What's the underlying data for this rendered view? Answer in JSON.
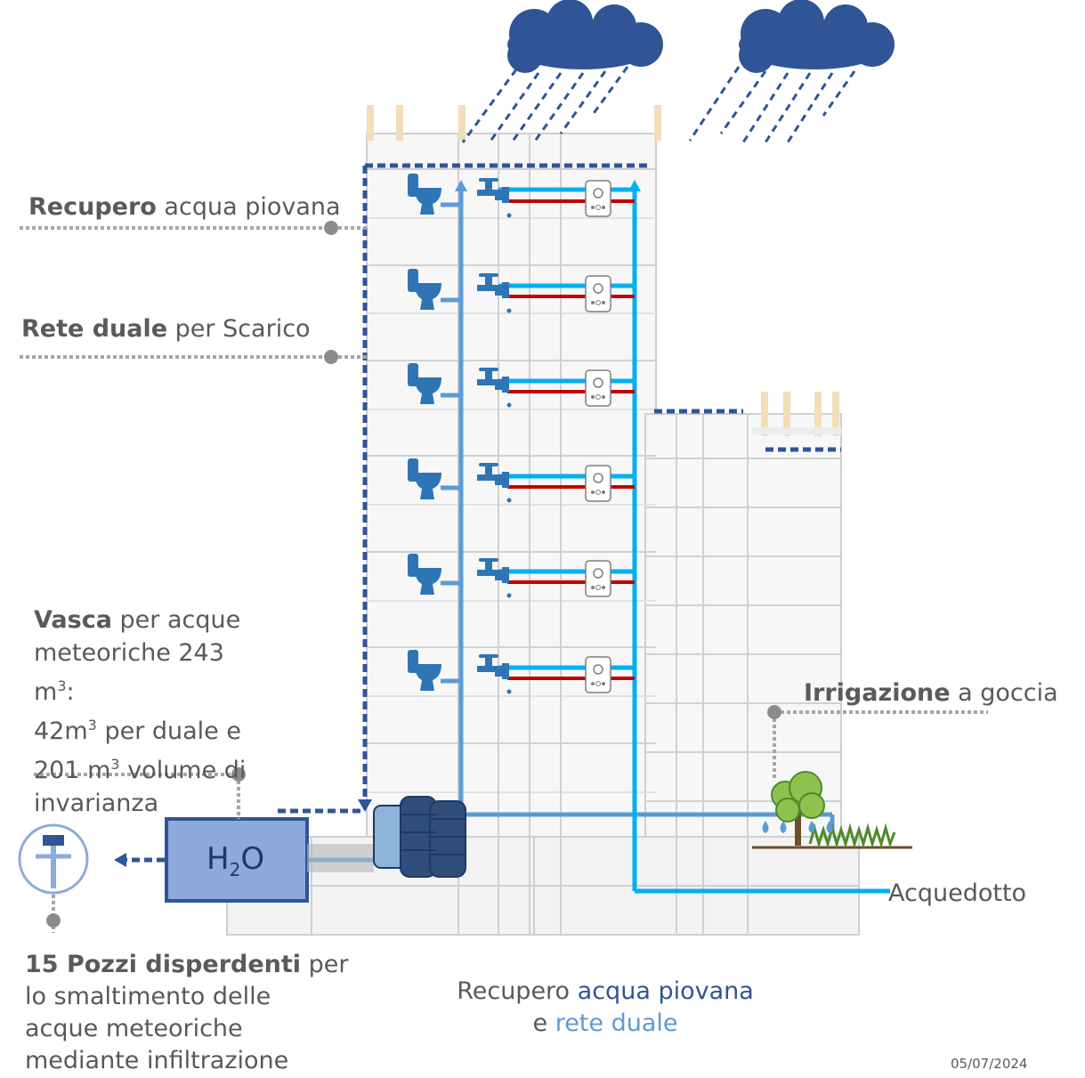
{
  "labels": {
    "recupero": {
      "bold": "Recupero",
      "rest": " acqua piovana"
    },
    "rete": {
      "bold": "Rete duale",
      "rest": " per Scarico"
    },
    "vasca": {
      "bold": "Vasca",
      "l1": " per acque",
      "l2": "meteoriche 243",
      "l3": "m",
      "l3sup": "3",
      "l3b": ":",
      "l4a": "42m",
      "l4sup": "3",
      "l4b": " per duale e",
      "l5a": "201 m",
      "l5sup": "3",
      "l5b": " volume di",
      "l6": "invarianza"
    },
    "irrigazione": {
      "bold": "Irrigazione",
      "rest": " a goccia"
    },
    "acquedotto": "Acquedotto",
    "pozzi": {
      "bold": "15 Pozzi disperdenti",
      "l1": " per",
      "l2": "lo smaltimento delle",
      "l3": "acque meteoriche",
      "l4": "mediante infiltrazione"
    }
  },
  "tank": {
    "h": "H",
    "sub": "2",
    "o": "O"
  },
  "title": {
    "line1a": "Recupero ",
    "line1b": "acqua piovana",
    "line2a": "e ",
    "line2b": "rete duale"
  },
  "date": "05/07/2024",
  "colors": {
    "dark_blue": "#2f5597",
    "light_blue": "#00b0f0",
    "mid_blue": "#5b9bd5",
    "red": "#c00000",
    "tank_fill": "#8ea9db",
    "grey": "#a6a6a6"
  }
}
